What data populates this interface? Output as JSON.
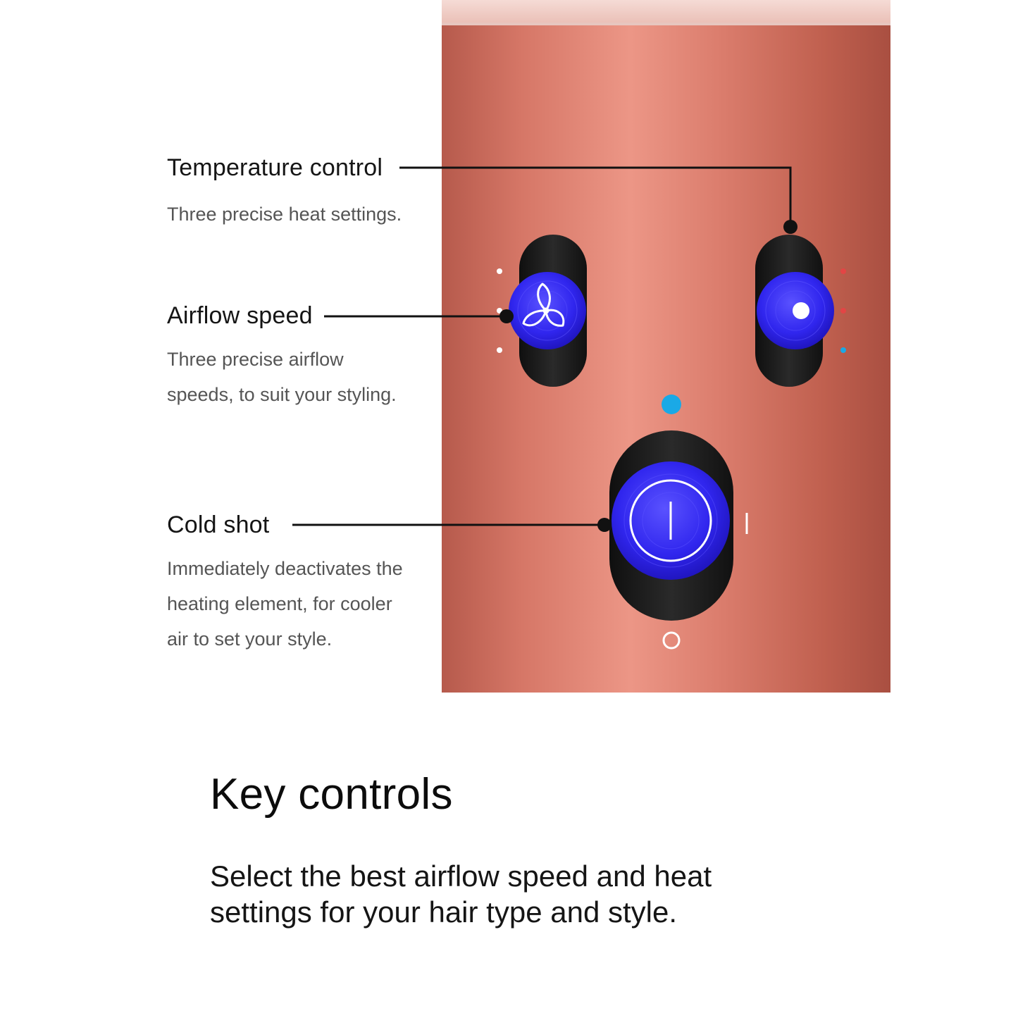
{
  "callouts": {
    "temperature": {
      "title": "Temperature control",
      "desc": [
        "Three precise heat settings."
      ]
    },
    "airflow": {
      "title": "Airflow speed",
      "desc": [
        "Three precise airflow",
        "speeds, to suit your styling."
      ]
    },
    "coldshot": {
      "title": "Cold shot",
      "desc": [
        "Immediately deactivates the",
        "heating element, for cooler",
        "air to set your style."
      ]
    }
  },
  "heading": "Key controls",
  "subcopy": [
    "Select the best airflow speed and heat",
    "settings for your hair type and style."
  ],
  "colors": {
    "body": "#c66a5a",
    "body_highlight": "#e89484",
    "cap": "#f0cfc8",
    "button": "#3a2ef0",
    "button_dark": "#2013b8",
    "housing": "#1c1c1c",
    "cold_indicator": "#1aa9e6",
    "heat_indicator": "#e34545",
    "callout_line": "#111111"
  },
  "icons": [
    "fan-icon",
    "heat-dot-icon",
    "power-icon",
    "cold-indicator-icon",
    "off-indicator-icon"
  ]
}
